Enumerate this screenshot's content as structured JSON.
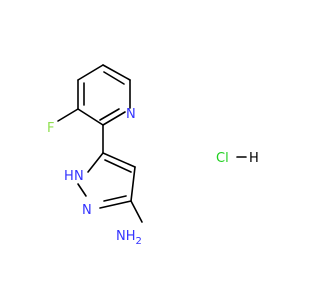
{
  "molecule": {
    "atoms": {
      "n_pyridine": {
        "text": "N",
        "color": "#3333ff"
      },
      "fluorine": {
        "text": "F",
        "color": "#90e050"
      },
      "n_pyrazole_h": {
        "text": "H",
        "color": "#3333ff"
      },
      "n_pyrazole_nh": {
        "text": "N",
        "color": "#3333ff"
      },
      "n_pyrazole_2": {
        "text": "N",
        "color": "#3333ff"
      },
      "amine_nh": {
        "text": "NH",
        "color": "#3333ff"
      },
      "amine_2": {
        "text": "2",
        "color": "#3333ff"
      }
    },
    "salt": {
      "chlorine": {
        "text": "Cl",
        "color": "#1fd01f"
      },
      "hydrogen": {
        "text": "H",
        "color": "#000000"
      }
    },
    "bond_color": "#000000"
  }
}
